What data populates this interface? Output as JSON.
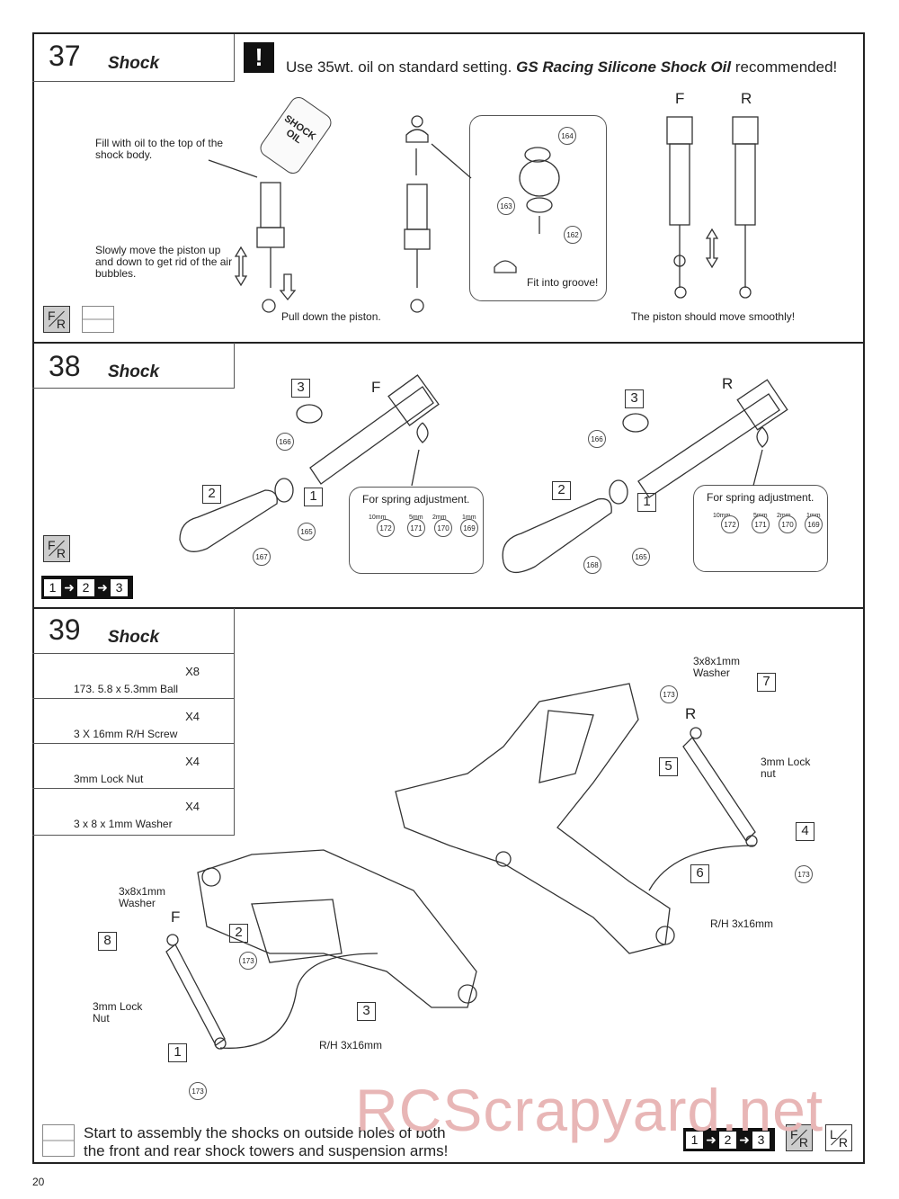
{
  "page_number": "20",
  "step37": {
    "number": "37",
    "title": "Shock",
    "warning_icon": "!",
    "note_prefix": "Use 35wt. oil on standard setting.",
    "note_brand": "GS Racing Silicone Shock Oil",
    "note_suffix": "recommended!",
    "bottle_label_1": "SHOCK",
    "bottle_label_2": "OIL",
    "fill_text": "Fill with oil to the top of the shock body.",
    "bubbles_text": "Slowly move the piston up and down to get rid of the air bubbles.",
    "pull_text": "Pull down the piston.",
    "fit_text": "Fit into groove!",
    "smooth_text": "The piston should move smoothly!",
    "label_f": "F",
    "label_r": "R",
    "parts": [
      "164",
      "163",
      "162"
    ],
    "badge_a": "F",
    "badge_b": "R"
  },
  "step38": {
    "number": "38",
    "title": "Shock",
    "front": {
      "label": "F",
      "seq": [
        "3",
        "2",
        "1"
      ],
      "parts": [
        "166",
        "165",
        "167"
      ],
      "spring_adjust": "For spring adjustment.",
      "sizes": [
        "10mm",
        "5mm",
        "2mm",
        "1mm"
      ],
      "clips": [
        "172",
        "171",
        "170",
        "169"
      ]
    },
    "rear": {
      "label": "R",
      "seq": [
        "3",
        "2",
        "1"
      ],
      "parts": [
        "166",
        "165",
        "168"
      ],
      "spring_adjust": "For spring adjustment.",
      "sizes": [
        "10mm",
        "5mm",
        "2mm",
        "1mm"
      ],
      "clips": [
        "172",
        "171",
        "170",
        "169"
      ]
    },
    "badge_a": "F",
    "badge_b": "R",
    "sequence": [
      "1",
      "2",
      "3"
    ]
  },
  "step39": {
    "number": "39",
    "title": "Shock",
    "parts_list": [
      {
        "name": "173.     5.8 x 5.3mm  Ball",
        "qty": "X8"
      },
      {
        "name": "3 X 16mm R/H Screw",
        "qty": "X4"
      },
      {
        "name": "3mm  Lock Nut",
        "qty": "X4"
      },
      {
        "name": "3 x 8 x 1mm  Washer",
        "qty": "X4"
      }
    ],
    "washer_r": "3x8x1mm Washer",
    "washer_f": "3x8x1mm Washer",
    "locknut_r": "3mm Lock nut",
    "locknut_f": "3mm Lock Nut",
    "screw_r": "R/H 3x16mm",
    "screw_f": "R/H 3x16mm",
    "label_r": "R",
    "label_f": "F",
    "steps": [
      "7",
      "5",
      "4",
      "6",
      "8",
      "2",
      "1",
      "3"
    ],
    "ball_part": "173",
    "bottom_note_1": "Start to assembly the shocks on outside holes of both",
    "bottom_note_2": "the front and rear shock towers and suspension arms!",
    "sequence": [
      "1",
      "2",
      "3"
    ],
    "badge_fr_a": "F",
    "badge_fr_b": "R",
    "badge_lr_a": "L",
    "badge_lr_b": "R"
  },
  "watermark": "RCScrapyard.net"
}
